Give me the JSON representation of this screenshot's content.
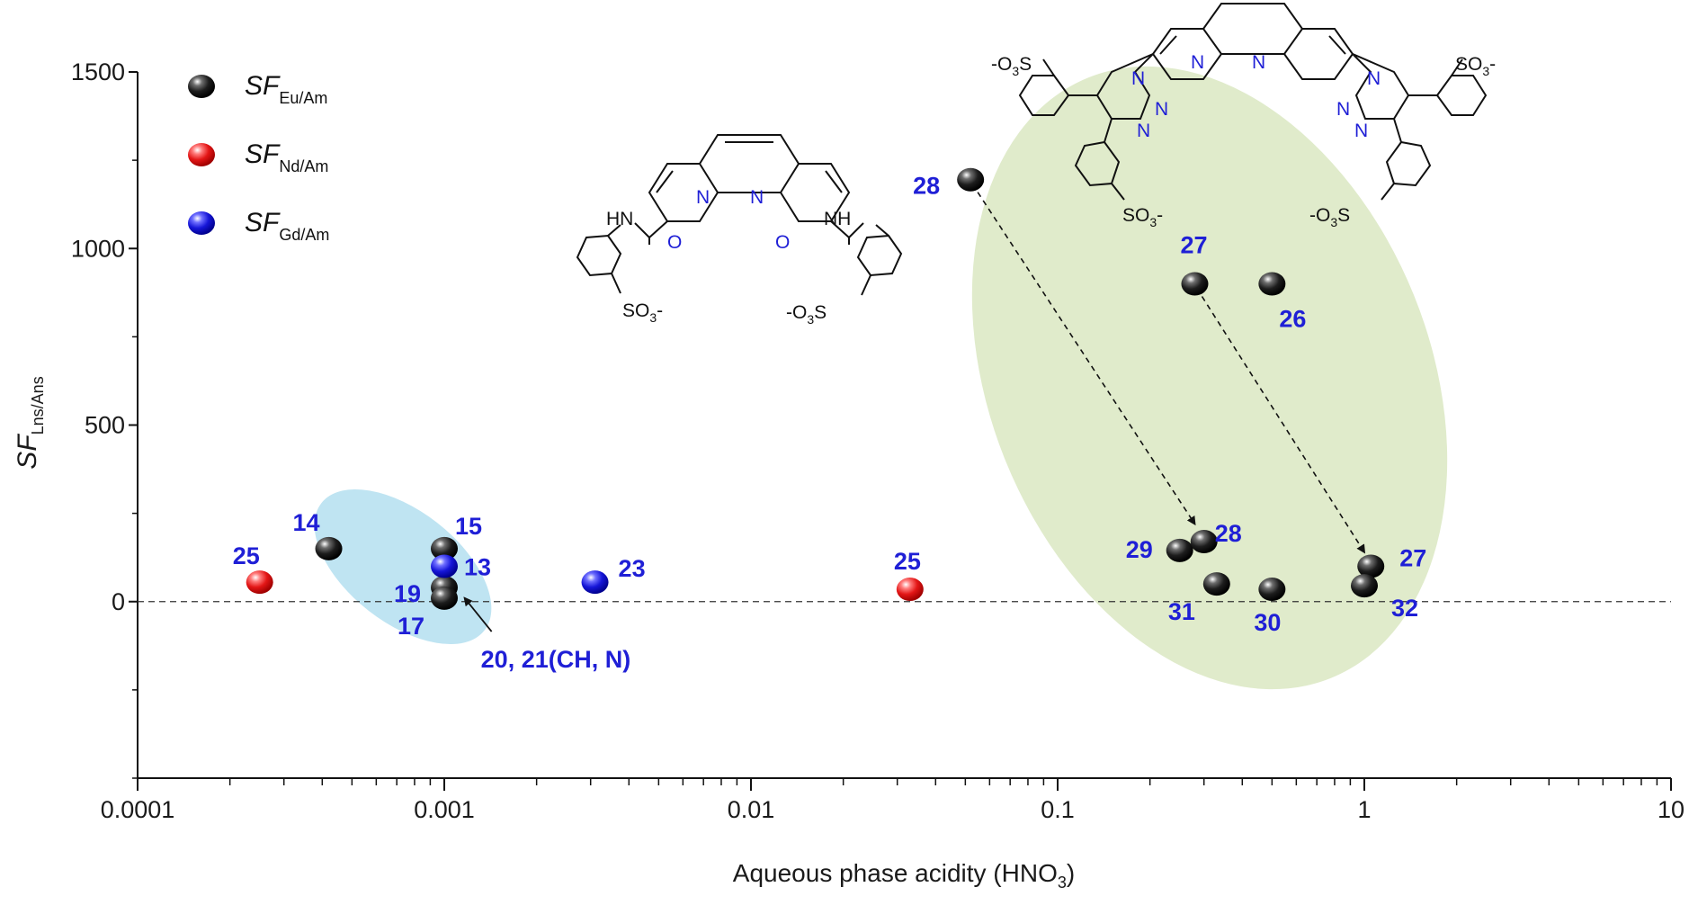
{
  "chart_data": {
    "type": "scatter",
    "x_scale": "log",
    "xlim": [
      0.0001,
      10
    ],
    "ylim": [
      -500,
      1500
    ],
    "y_ticks": [
      0,
      500,
      1000,
      1500
    ],
    "x_ticks": [
      0.0001,
      0.001,
      0.01,
      0.1,
      1,
      10
    ],
    "x_tick_labels": [
      "0.0001",
      "0.001",
      "0.01",
      "0.1",
      "1",
      "10"
    ],
    "y_tick_labels": [
      "0",
      "500",
      "1000",
      "1500"
    ],
    "xlabel": {
      "main": "Aqueous phase acidity (HNO",
      "sub": "3",
      "tail": ")"
    },
    "ylabel": {
      "main": "SF",
      "sub": "Lns/Ans"
    },
    "reference_line_y": 0,
    "grid": false,
    "legend_position": "top-left",
    "series": [
      {
        "name": "SF",
        "name_sub": "Eu/Am",
        "color": "#111111",
        "points": [
          {
            "x": 0.00042,
            "y": 150,
            "label": "14"
          },
          {
            "x": 0.001,
            "y": 150,
            "label": "15"
          },
          {
            "x": 0.001,
            "y": 40,
            "label": "19"
          },
          {
            "x": 0.001,
            "y": 10,
            "label": "17"
          },
          {
            "x": 0.052,
            "y": 1195,
            "label": "28"
          },
          {
            "x": 0.28,
            "y": 900,
            "label": "27"
          },
          {
            "x": 0.5,
            "y": 900,
            "label": "26"
          },
          {
            "x": 0.25,
            "y": 145,
            "label": "29"
          },
          {
            "x": 0.3,
            "y": 170,
            "label": "28"
          },
          {
            "x": 0.33,
            "y": 50,
            "label": "31"
          },
          {
            "x": 0.5,
            "y": 35,
            "label": "30"
          },
          {
            "x": 1.05,
            "y": 100,
            "label": "27"
          },
          {
            "x": 1.0,
            "y": 45,
            "label": "32"
          }
        ]
      },
      {
        "name": "SF",
        "name_sub": "Nd/Am",
        "color": "#e01616",
        "points": [
          {
            "x": 0.00025,
            "y": 55,
            "label": "25"
          },
          {
            "x": 0.033,
            "y": 35,
            "label": "25"
          }
        ]
      },
      {
        "name": "SF",
        "name_sub": "Gd/Am",
        "color": "#1414d6",
        "points": [
          {
            "x": 0.001,
            "y": 100,
            "label": "13"
          },
          {
            "x": 0.0031,
            "y": 55,
            "label": "23"
          }
        ]
      }
    ],
    "annotations": [
      {
        "text": "20, 21(CH, N)",
        "x": 0.00123,
        "y": -95,
        "arrow_to": {
          "x": 0.00106,
          "y": 10
        }
      }
    ],
    "trend_arrows": [
      {
        "from": {
          "x": 0.052,
          "y": 1195
        },
        "to": {
          "x": 0.28,
          "y": 220
        }
      },
      {
        "from": {
          "x": 0.28,
          "y": 900
        },
        "to": {
          "x": 1.0,
          "y": 140
        }
      }
    ],
    "highlight_regions": [
      {
        "color": "#bfe4f2",
        "center": {
          "x": 0.0009,
          "y": 50
        }
      },
      {
        "color": "#e0ebcb",
        "center": {
          "x": 0.28,
          "y": 530
        }
      }
    ],
    "structure_text": {
      "s1": {
        "n1": "N",
        "n2": "N",
        "o1": "O",
        "o2": "O",
        "hn": "HN",
        "nh": "NH",
        "so3": "SO",
        "so3_sub": "3",
        "so3_sign": "-",
        "o3s_sign": "-O",
        "o3s_sub": "3",
        "o3s_tail": "S"
      },
      "s2": {
        "n_ring1": "N",
        "n_ring2": "N",
        "t1_n1": "N",
        "t1_n2": "N",
        "t1_n3": "N",
        "t2_n1": "N",
        "t2_n2": "N",
        "t2_n3": "N",
        "o3s_sign": "-O",
        "o3s_sub": "3",
        "o3s_tail": "S",
        "so3": "SO",
        "so3_sub": "3",
        "so3_sign": "-"
      }
    }
  }
}
